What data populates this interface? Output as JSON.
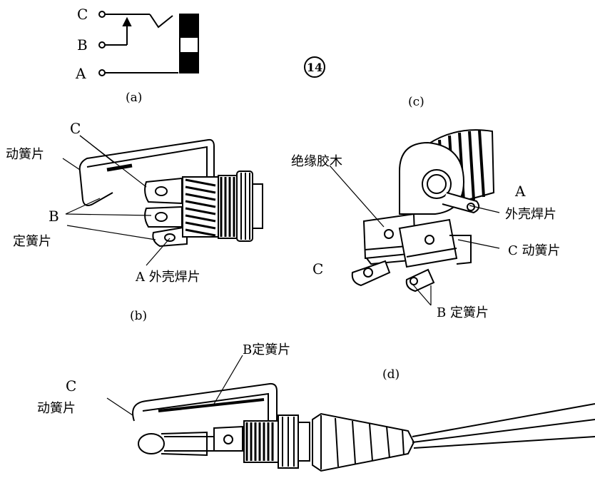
{
  "panel_a": {
    "terminal_c": "C",
    "terminal_b": "B",
    "terminal_a": "A",
    "caption": "(a)"
  },
  "figure_number": "14",
  "panel_c": {
    "caption": "(c)"
  },
  "panel_b": {
    "label_c": "C",
    "label_moving_spring": "动簧片",
    "label_b": "B",
    "label_fixed_spring": "定簧片",
    "label_a_shell": "A 外壳焊片",
    "caption": "(b)"
  },
  "panel_d": {
    "label_insulator": "绝缘胶木",
    "label_a": "A",
    "label_shell_lug": "外壳焊片",
    "label_c_moving": "C 动簧片",
    "label_c": "C",
    "label_b_fixed": "B 定簧片",
    "caption": "(d)"
  },
  "panel_e": {
    "label_b_fixed": "B定簧片",
    "label_c": "C",
    "label_moving_spring": "动簧片"
  }
}
